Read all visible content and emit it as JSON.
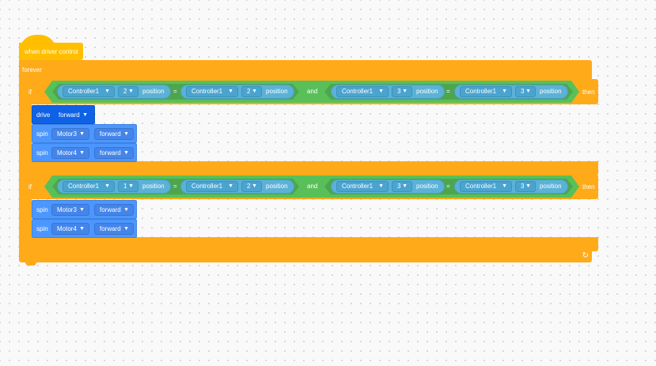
{
  "hat": {
    "label": "when driver control"
  },
  "forever": {
    "label": "forever"
  },
  "if_blocks": [
    {
      "if_label": "if",
      "then_label": "then",
      "and_label": "and",
      "left": {
        "a": {
          "controller": "Controller1",
          "axis": "2",
          "property": "position"
        },
        "op": "=",
        "b": {
          "controller": "Controller1",
          "axis": "2",
          "property": "position"
        }
      },
      "right": {
        "a": {
          "controller": "Controller1",
          "axis": "3",
          "property": "position"
        },
        "op": "=",
        "b": {
          "controller": "Controller1",
          "axis": "3",
          "property": "position"
        }
      },
      "body": [
        {
          "verb": "drive",
          "direction": "forward"
        },
        {
          "verb": "spin",
          "motor": "Motor3",
          "direction": "forward"
        },
        {
          "verb": "spin",
          "motor": "Motor4",
          "direction": "forward"
        }
      ]
    },
    {
      "if_label": "if",
      "then_label": "then",
      "and_label": "and",
      "left": {
        "a": {
          "controller": "Controller1",
          "axis": "1",
          "property": "position"
        },
        "op": "=",
        "b": {
          "controller": "Controller1",
          "axis": "2",
          "property": "position"
        }
      },
      "right": {
        "a": {
          "controller": "Controller1",
          "axis": "3",
          "property": "position"
        },
        "op": "=",
        "b": {
          "controller": "Controller1",
          "axis": "3",
          "property": "position"
        }
      },
      "body": [
        {
          "verb": "spin",
          "motor": "Motor3",
          "direction": "forward"
        },
        {
          "verb": "spin",
          "motor": "Motor4",
          "direction": "forward"
        }
      ]
    }
  ],
  "icons": {
    "dropdown": "▼",
    "loop": "↻"
  }
}
